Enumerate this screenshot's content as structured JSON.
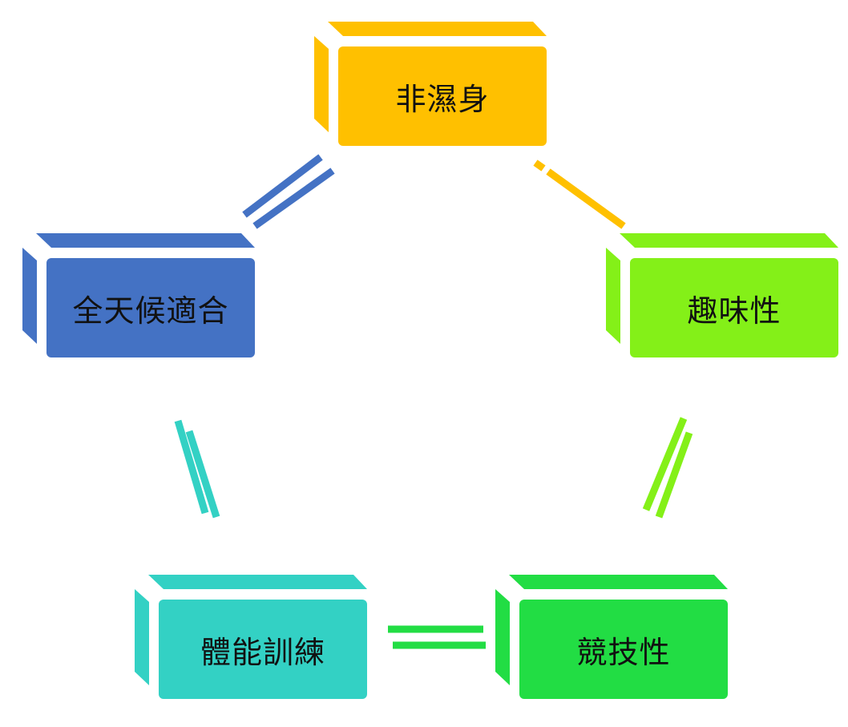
{
  "nodes": [
    {
      "id": "non-wet",
      "label": "非濕身",
      "color": "#FFC000"
    },
    {
      "id": "all-weather",
      "label": "全天候適合",
      "color": "#4472C4"
    },
    {
      "id": "fun",
      "label": "趣味性",
      "color": "#84F018"
    },
    {
      "id": "fitness-training",
      "label": "體能訓練",
      "color": "#33D1C4"
    },
    {
      "id": "competitive",
      "label": "競技性",
      "color": "#22DD44"
    }
  ],
  "edges": [
    {
      "from": "non-wet",
      "to": "all-weather",
      "color": "#4472C4"
    },
    {
      "from": "non-wet",
      "to": "fun",
      "color": "#FFC000"
    },
    {
      "from": "all-weather",
      "to": "fitness-training",
      "color": "#33D1C4"
    },
    {
      "from": "fun",
      "to": "competitive",
      "color": "#84F018"
    },
    {
      "from": "fitness-training",
      "to": "competitive",
      "color": "#22DD44"
    }
  ]
}
